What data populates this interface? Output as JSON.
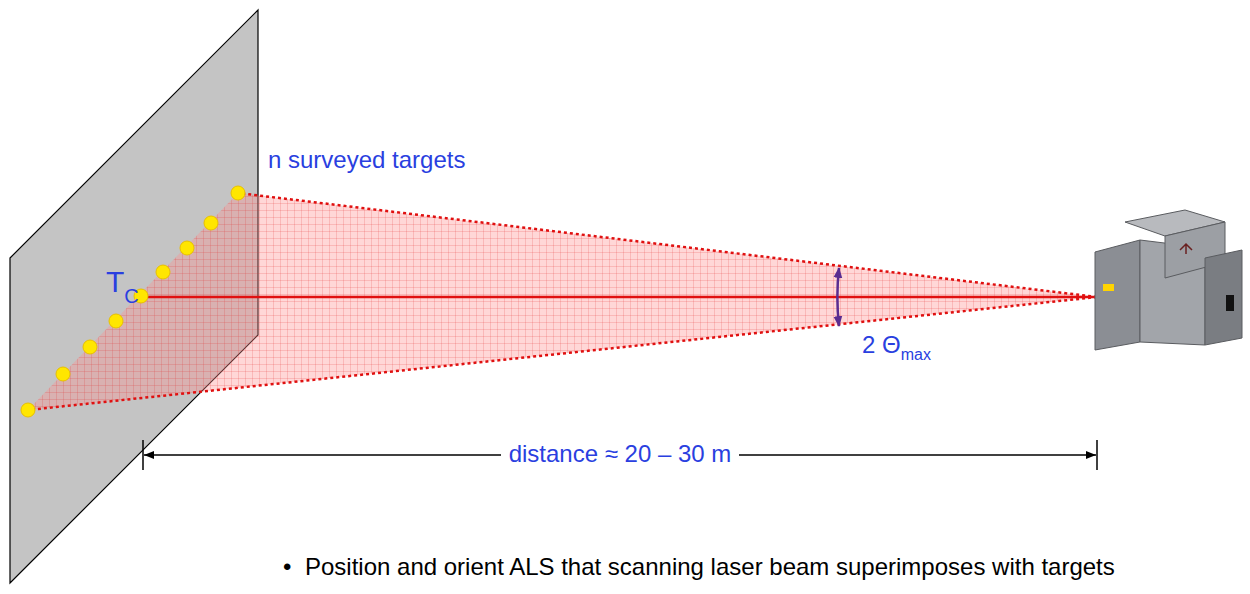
{
  "diagram": {
    "labels": [
      "n surveyed targets",
      "T",
      "C",
      "2 Θ",
      "max",
      "distance ≈ 20 – 30 m",
      "•",
      "Position and orient ALS that scanning laser beam superimposes with targets"
    ]
  }
}
